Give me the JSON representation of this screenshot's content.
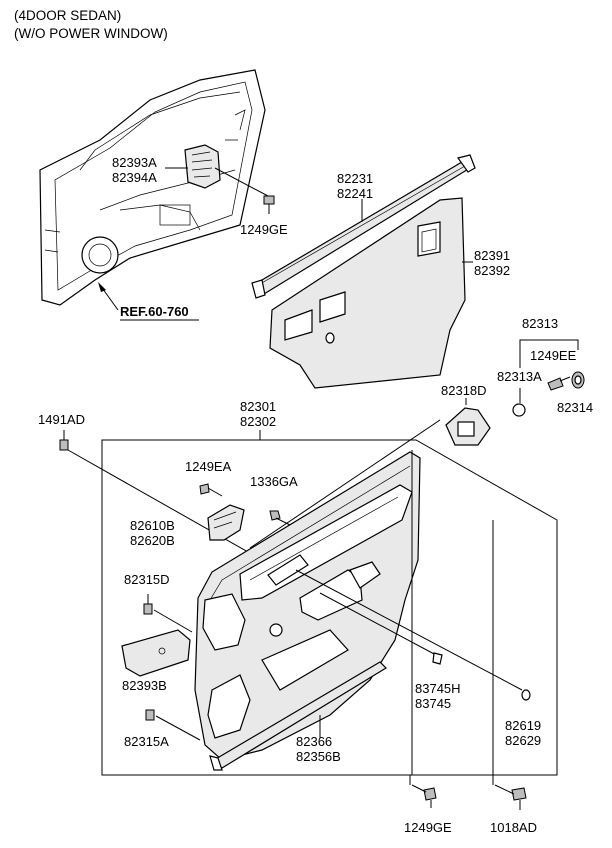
{
  "header": {
    "line1": "(4DOOR SEDAN)",
    "line2": "(W/O POWER WINDOW)"
  },
  "reference": {
    "label": "REF.60-760"
  },
  "callouts": {
    "p82393A": "82393A",
    "p82394A": "82394A",
    "p1249GE_top": "1249GE",
    "p82231": "82231",
    "p82241": "82241",
    "p82391": "82391",
    "p82392": "82392",
    "p82313": "82313",
    "p1249EE": "1249EE",
    "p82313A": "82313A",
    "p82314": "82314",
    "p82318D": "82318D",
    "p1491AD": "1491AD",
    "p82301": "82301",
    "p82302": "82302",
    "p1249EA": "1249EA",
    "p1336GA": "1336GA",
    "p82610B": "82610B",
    "p82620B": "82620B",
    "p82315D": "82315D",
    "p82393B": "82393B",
    "p82315A": "82315A",
    "p83745H": "83745H",
    "p83745": "83745",
    "p82366": "82366",
    "p82356B": "82356B",
    "p82619": "82619",
    "p82629": "82629",
    "p1249GE_bottom": "1249GE",
    "p1018AD": "1018AD"
  }
}
